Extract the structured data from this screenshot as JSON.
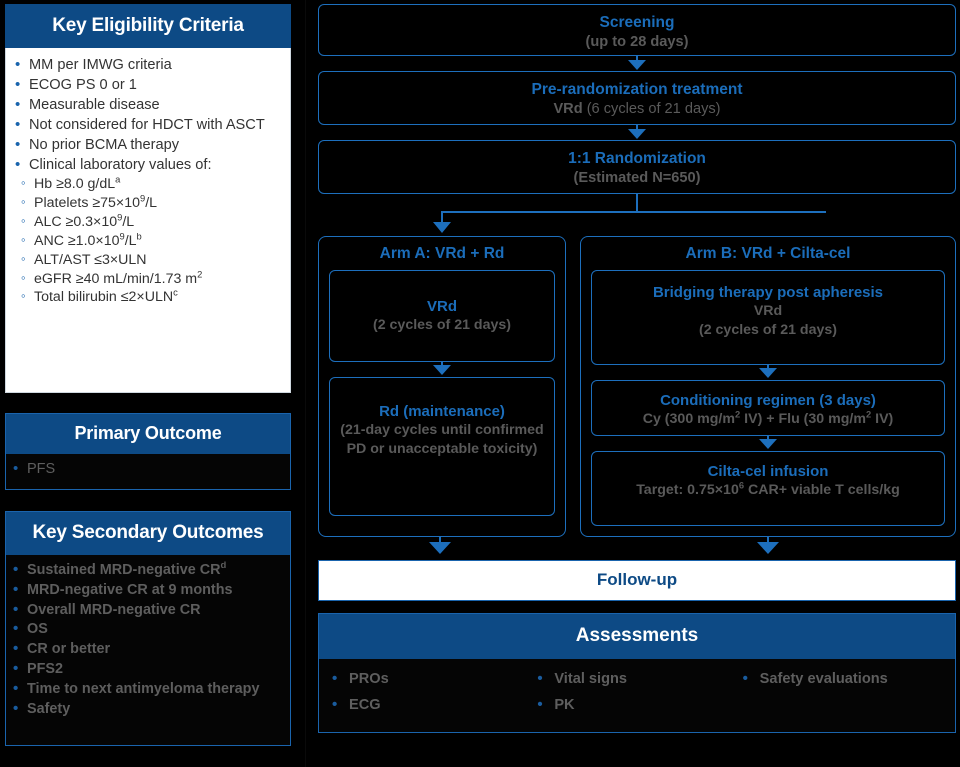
{
  "colors": {
    "header_blue": "#0d4a85",
    "border_blue": "#1d6fbd",
    "title_blue": "#1b6dba",
    "body_gray": "#5a5a5a",
    "white": "#ffffff",
    "background": "#000000"
  },
  "eligibility": {
    "title": "Key Eligibility Criteria",
    "items": [
      {
        "text": "MM per IMWG criteria",
        "level": "bullet"
      },
      {
        "text": "ECOG PS 0 or 1",
        "level": "bullet"
      },
      {
        "text": "Measurable disease",
        "level": "bullet"
      },
      {
        "text": "Not considered for HDCT with ASCT",
        "level": "bullet"
      },
      {
        "text": "No prior BCMA therapy",
        "level": "bullet"
      },
      {
        "text": "Clinical laboratory values of:",
        "level": "bullet"
      },
      {
        "html": "Hb ≥8.0 g/dL<sup>a</sup>",
        "level": "sub"
      },
      {
        "html": "Platelets ≥75×10<sup>9</sup>/L",
        "level": "sub"
      },
      {
        "html": "ALC ≥0.3×10<sup>9</sup>/L",
        "level": "sub"
      },
      {
        "html": "ANC ≥1.0×10<sup>9</sup>/L<sup>b</sup>",
        "level": "sub"
      },
      {
        "html": "ALT/AST ≤3×ULN",
        "level": "sub"
      },
      {
        "html": "eGFR ≥40 mL/min/1.73 m<sup>2</sup>",
        "level": "sub"
      },
      {
        "html": "Total bilirubin ≤2×ULN<sup>c</sup>",
        "level": "sub"
      }
    ]
  },
  "primary_outcome": {
    "title": "Primary Outcome",
    "items": [
      "PFS"
    ]
  },
  "secondary_outcomes": {
    "title": "Key Secondary Outcomes",
    "items": [
      {
        "html": "Sustained MRD-negative CR<sup>d</sup>"
      },
      {
        "html": "MRD-negative CR at 9 months"
      },
      {
        "html": "Overall MRD-negative CR"
      },
      {
        "html": "OS"
      },
      {
        "html": "CR or better"
      },
      {
        "html": "PFS2"
      },
      {
        "html": "Time to next antimyeloma therapy"
      },
      {
        "html": "Safety"
      }
    ]
  },
  "flow": {
    "screening": {
      "title": "Screening",
      "subtitle": "(up to 28 days)"
    },
    "prerandomization": {
      "title": "Pre-randomization treatment",
      "sub_bold": "VRd",
      "sub_rest": " (6 cycles of 21 days)"
    },
    "randomization": {
      "title": "1:1 Randomization",
      "subtitle": "(Estimated N=650)"
    },
    "arm_a": {
      "title": "Arm A: VRd + Rd",
      "boxes": [
        {
          "title": "VRd",
          "subtitle": "(2 cycles of 21 days)"
        },
        {
          "title": "Rd (maintenance)",
          "subtitle": "(21-day cycles until confirmed PD or unacceptable toxicity)"
        }
      ]
    },
    "arm_b": {
      "title": "Arm B: VRd + Cilta-cel",
      "boxes": [
        {
          "title": "Bridging therapy post apheresis",
          "line2": "VRd",
          "subtitle": "(2 cycles of 21 days)"
        },
        {
          "title": "Conditioning regimen (3 days)",
          "subtitle_html": "Cy (300 mg/m<sup>2</sup> IV) + Flu (30 mg/m<sup>2</sup> IV)"
        },
        {
          "title": "Cilta-cel infusion",
          "subtitle_html": "Target: 0.75×10<sup>6</sup> CAR+ viable T cells/kg"
        }
      ]
    },
    "followup": {
      "title": "Follow-up"
    }
  },
  "assessments": {
    "title": "Assessments",
    "columns": [
      [
        "PROs",
        "ECG"
      ],
      [
        "Vital signs",
        "PK"
      ],
      [
        "Safety evaluations"
      ]
    ]
  }
}
